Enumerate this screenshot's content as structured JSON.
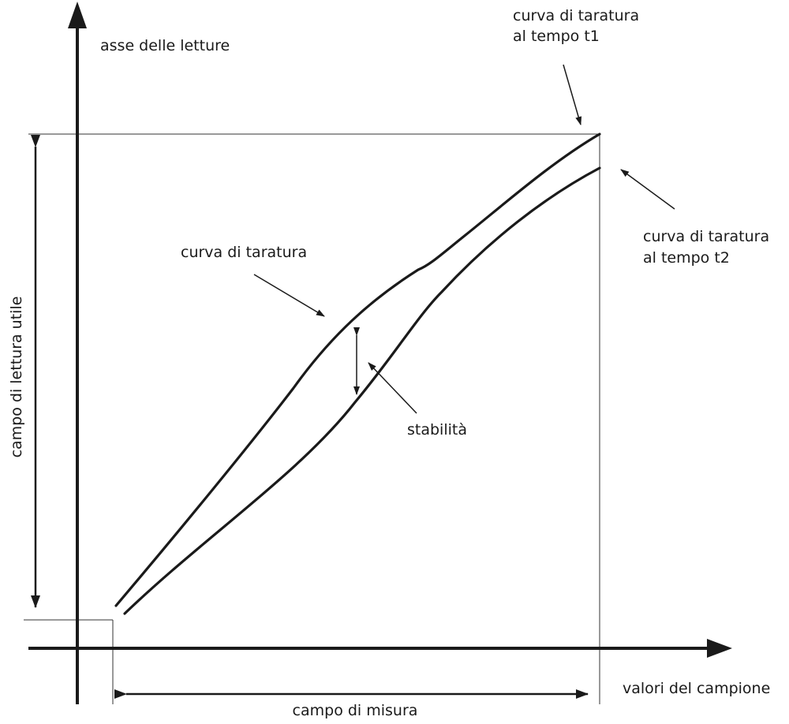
{
  "labels": {
    "y_axis": "asse delle letture",
    "x_axis": "valori del campione",
    "curve_t1_line1": "curva di taratura",
    "curve_t1_line2": "al tempo t1",
    "curve_t2_line1": "curva di taratura",
    "curve_t2_line2": "al tempo t2",
    "curve": "curva di taratura",
    "stability": "stabilità",
    "reading_range": "campo di lettura utile",
    "measure_range": "campo di misura"
  },
  "colors": {
    "ink": "#1a1a1a",
    "guide": "#333333",
    "background": "#ffffff"
  }
}
